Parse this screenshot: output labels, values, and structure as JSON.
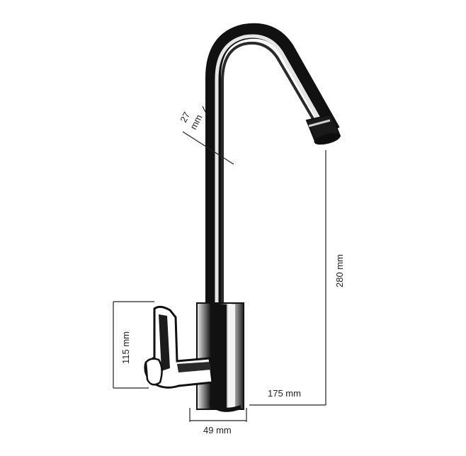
{
  "dimensions": {
    "pipe_diameter": "27\nmm",
    "pipe_diameter_top": "27",
    "pipe_diameter_bottom": "mm",
    "height_total": "280 mm",
    "handle_height": "115 mm",
    "reach": "175 mm",
    "base_diameter": "49 mm"
  },
  "colors": {
    "outline": "#111111",
    "chrome_dark": "#1a1a1a",
    "chrome_mid": "#555555",
    "chrome_light": "#d9d9d9",
    "dimension_line": "#222222",
    "background": "#ffffff"
  }
}
